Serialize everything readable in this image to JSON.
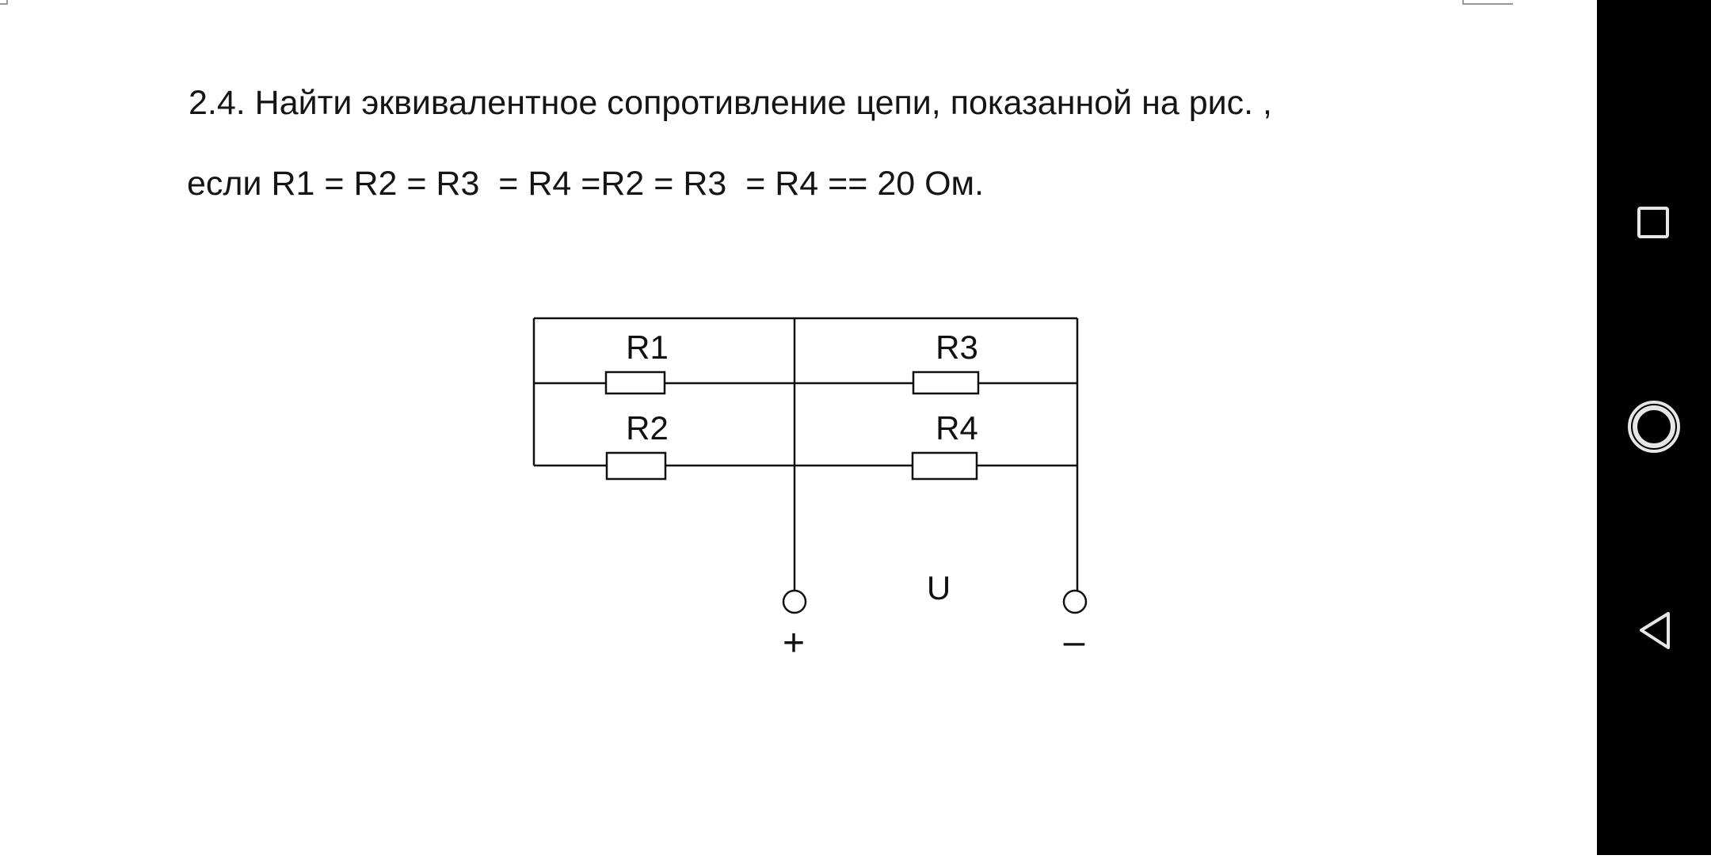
{
  "problem": {
    "line1": "2.4. Найти эквивалентное сопротивление цепи, показанной на рис. ,",
    "line2": "если R1 = R2 = R3  = R4 =R2 = R3  = R4 == 20 Ом."
  },
  "circuit": {
    "labels": {
      "r1": "R1",
      "r2": "R2",
      "r3": "R3",
      "r4": "R4",
      "voltage": "U",
      "plus": "+",
      "minus": "–"
    }
  },
  "nav": {
    "icons": [
      "recents-square-icon",
      "home-circle-icon",
      "back-triangle-icon"
    ]
  }
}
